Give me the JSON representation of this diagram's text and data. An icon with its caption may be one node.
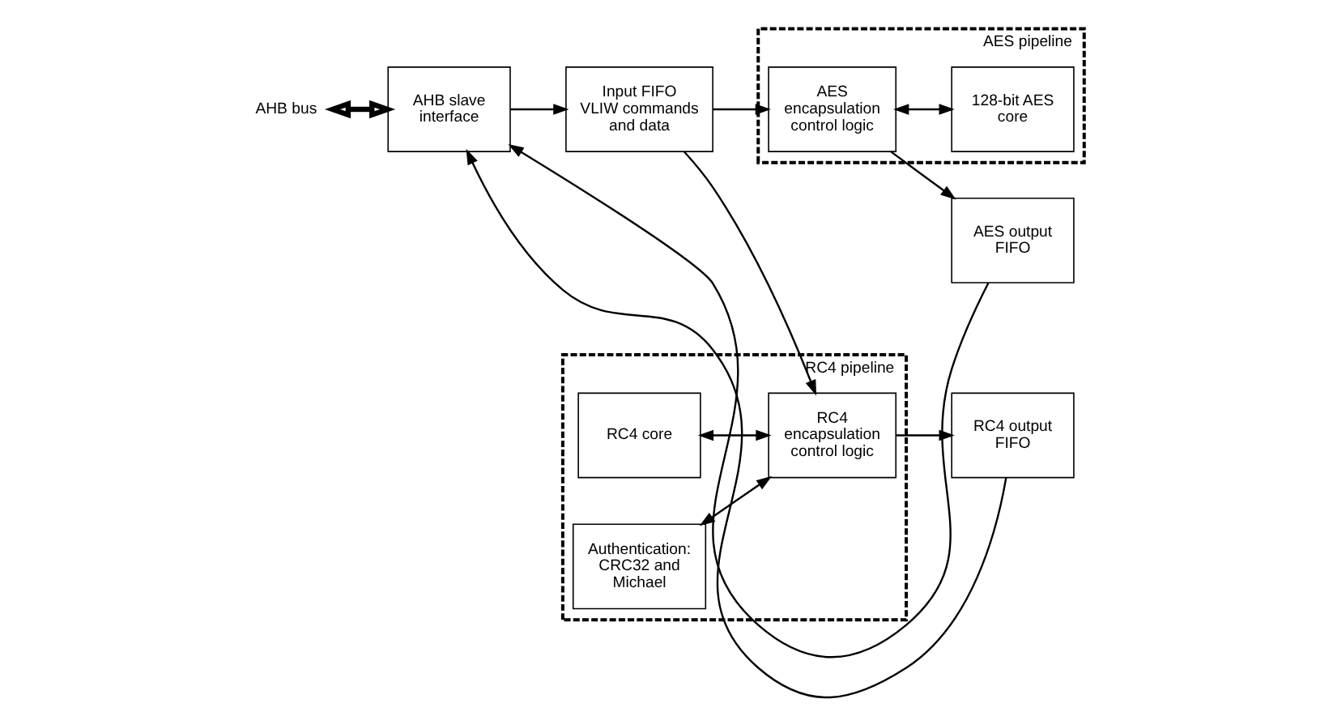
{
  "diagram": {
    "nodes": [
      {
        "text": [
          "AHB bus"
        ]
      },
      {
        "text": [
          "AHB slave interface"
        ]
      },
      {
        "text": [
          "Input FIFO VLIW commands and data"
        ]
      },
      {
        "text": [
          "AES output FIFO"
        ]
      },
      {
        "text": [
          "RC4 output FIFO"
        ]
      },
      {
        "text": [
          "AES pipeline"
        ]
      },
      {
        "text": [
          "AES encapsulation control logic"
        ],
        "in": 5
      },
      {
        "text": [
          "128-bit AES core"
        ],
        "in": 5
      },
      {
        "text": [
          "RC4 pipeline"
        ]
      },
      {
        "text": [
          "RC4 core"
        ],
        "in": 8
      },
      {
        "text": [
          "Authentication: CRC32 and Michael"
        ],
        "in": 8
      },
      {
        "text": [
          "RC4 encapsulation control logic"
        ],
        "in": 8
      }
    ],
    "edges": [
      {
        "from": 0,
        "to": 1,
        "arrow": "both",
        "style": "thick"
      },
      {
        "from": 1,
        "to": 2,
        "arrow": "to"
      },
      {
        "from": 2,
        "to": 6,
        "arrow": "to"
      },
      {
        "from": 2,
        "to": 11,
        "arrow": "to"
      },
      {
        "from": 6,
        "to": 3,
        "arrow": "to"
      },
      {
        "from": 3,
        "to": 1,
        "arrow": "to"
      },
      {
        "from": 6,
        "to": 7,
        "arrow": "both"
      },
      {
        "from": 9,
        "to": 11,
        "arrow": "both"
      },
      {
        "from": 10,
        "to": 11,
        "arrow": "both"
      },
      {
        "from": 11,
        "to": 4,
        "arrow": "to"
      },
      {
        "from": 4,
        "to": 1,
        "arrow": "to"
      }
    ]
  }
}
